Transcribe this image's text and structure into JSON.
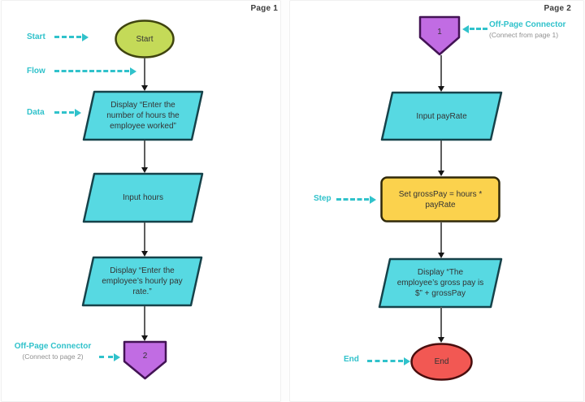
{
  "colors": {
    "accent_teal": "#30c2cb",
    "shape_cyan": "#57d9e2",
    "shape_green": "#c4da58",
    "shape_purple": "#c16ce3",
    "shape_yellow": "#fbd24d",
    "shape_red": "#f25853"
  },
  "page1": {
    "header": "Page 1",
    "legend": {
      "start": "Start",
      "flow": "Flow",
      "data": "Data",
      "offpage_title": "Off-Page Connector",
      "offpage_sub": "(Connect to page 2)"
    },
    "nodes": {
      "start": "Start",
      "display1": "Display “Enter the\nnumber of hours the\nemployee worked”",
      "input_hours": "Input hours",
      "display2": "Display “Enter the\nemployee’s hourly pay\nrate.”",
      "connector": "2"
    }
  },
  "page2": {
    "header": "Page 2",
    "legend": {
      "offpage_title": "Off-Page Connector",
      "offpage_sub": "(Connect from page 1)",
      "step": "Step",
      "end": "End"
    },
    "nodes": {
      "connector": "1",
      "input_payrate": "Input payRate",
      "step": "Set grossPay = hours *\npayRate",
      "display": "Display “The\nemployee’s gross pay is\n$” + grossPay",
      "end": "End"
    }
  }
}
